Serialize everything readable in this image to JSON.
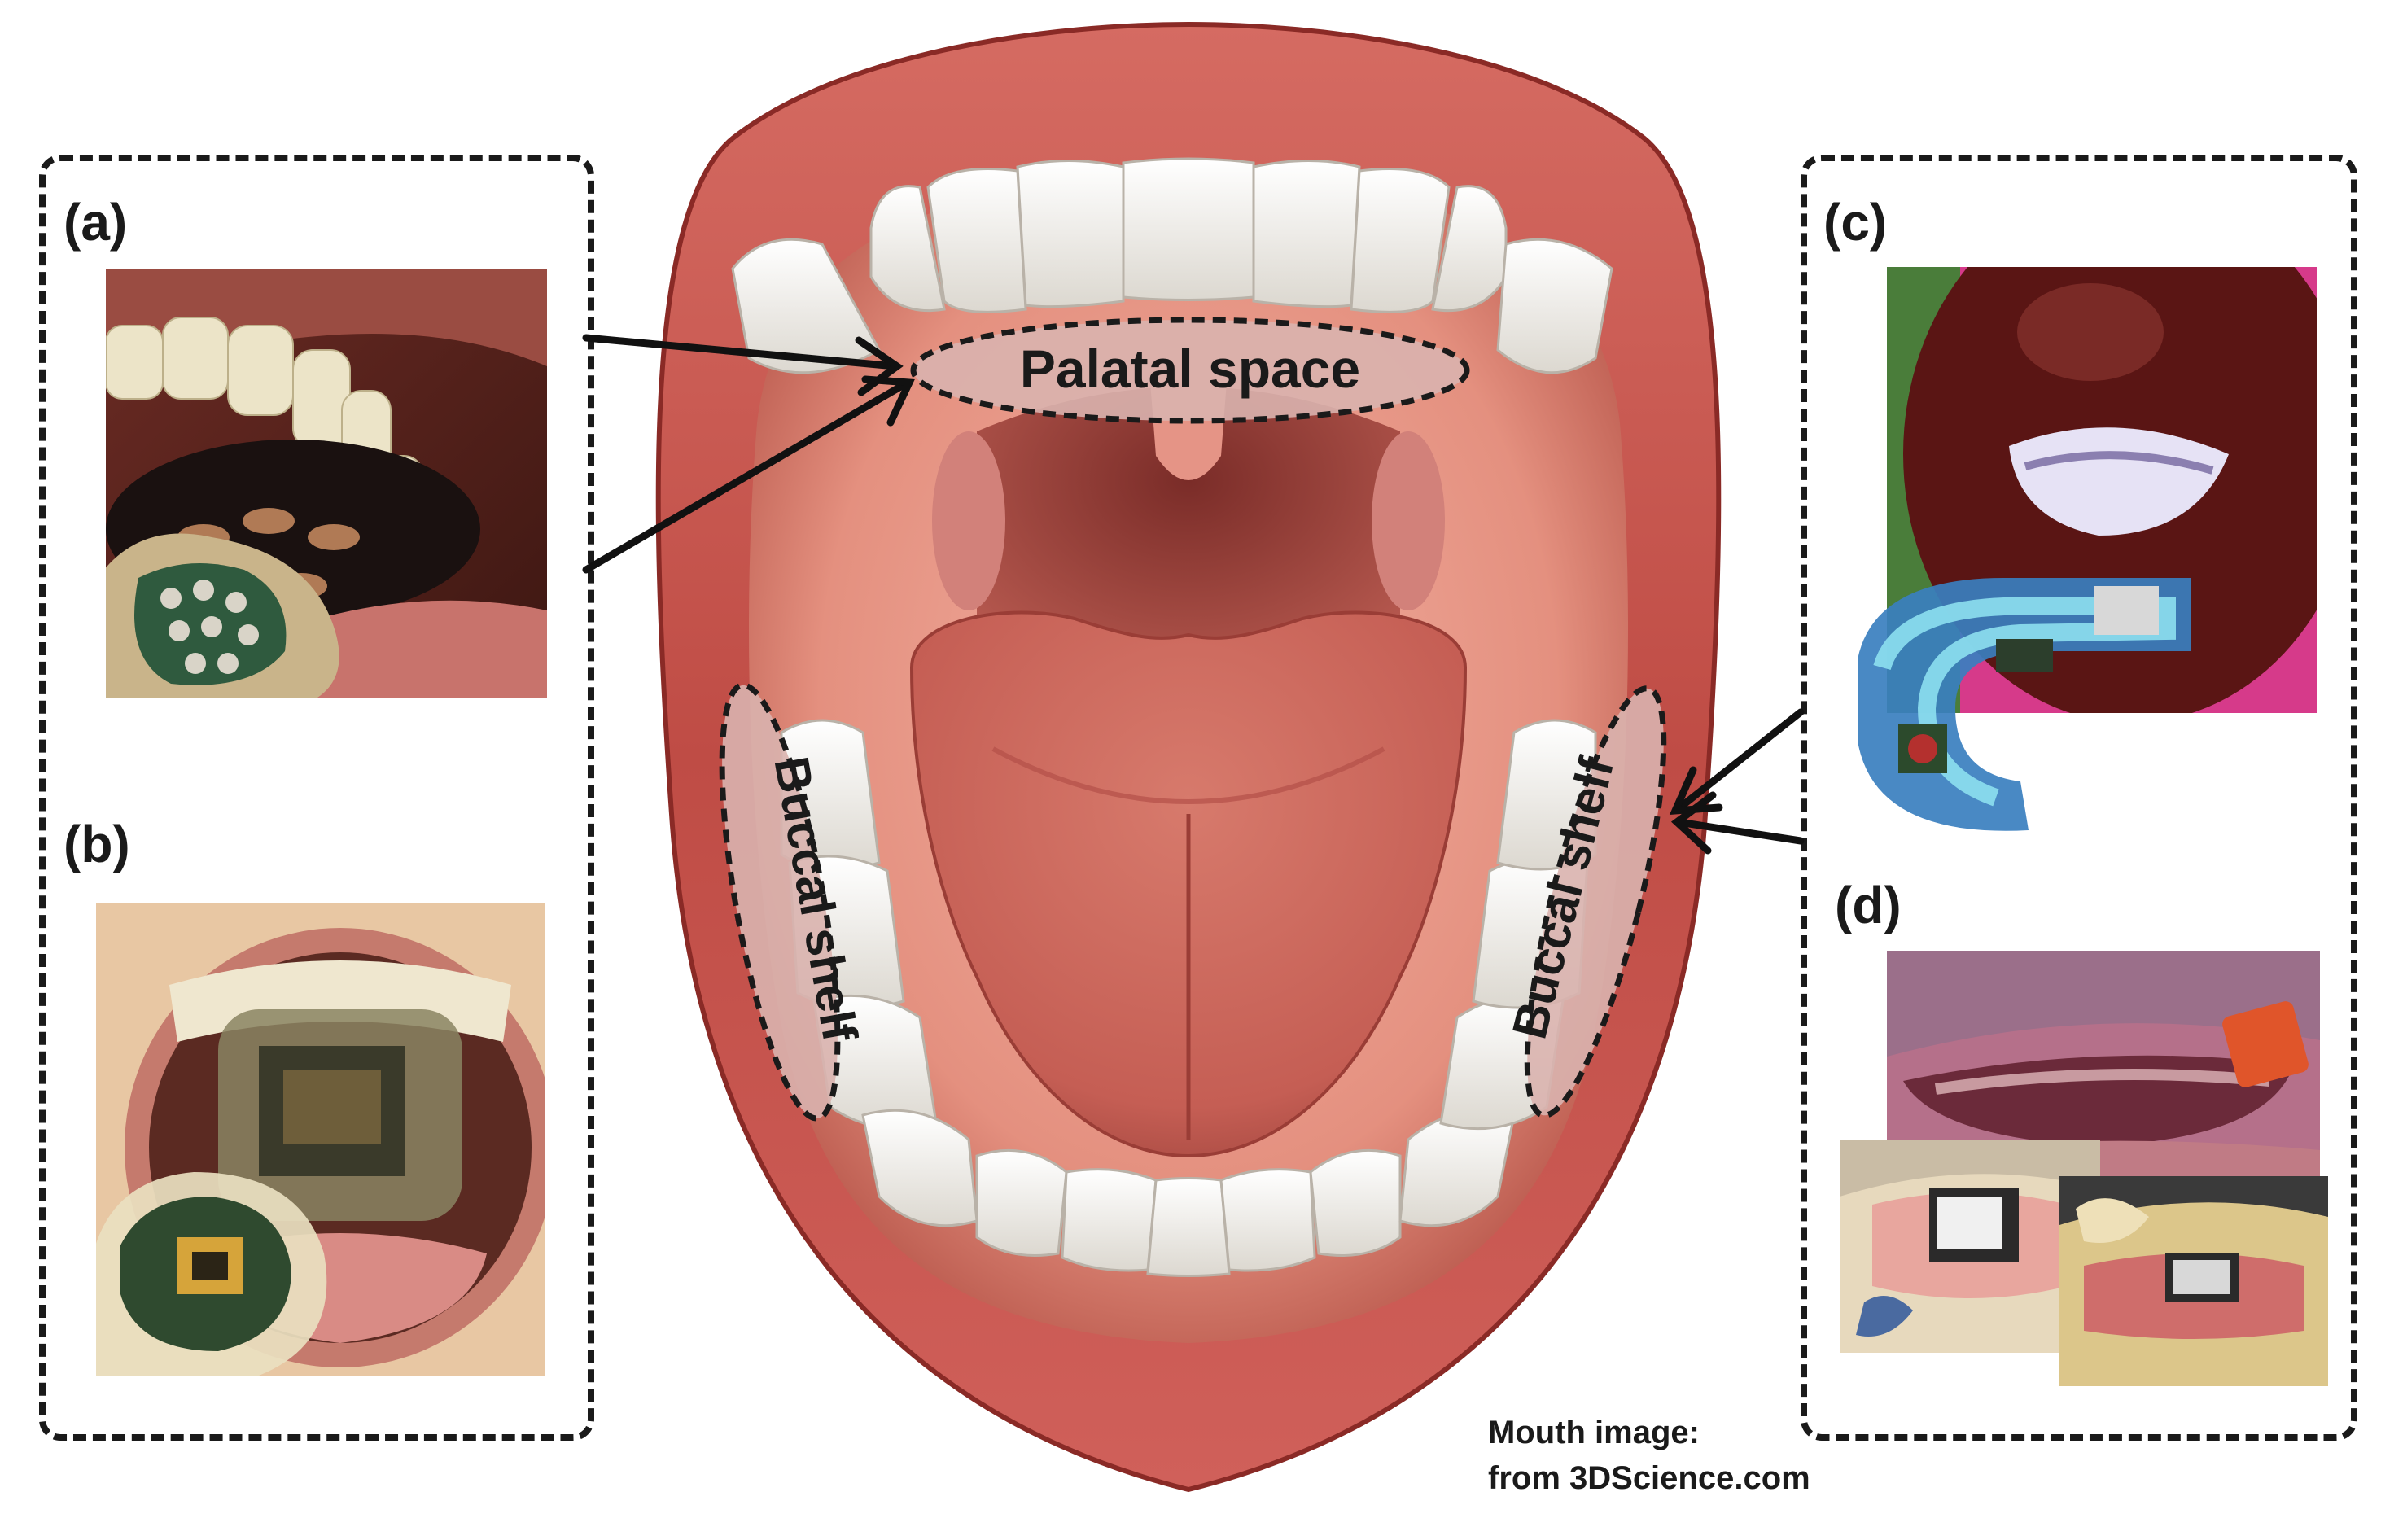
{
  "panels": [
    {
      "id": "a",
      "label": "(a)"
    },
    {
      "id": "b",
      "label": "(b)"
    },
    {
      "id": "c",
      "label": "(c)"
    },
    {
      "id": "d",
      "label": "(d)"
    }
  ],
  "regions": {
    "palatal": "Palatal space",
    "buccal_left": "Buccal shelf",
    "buccal_right": "Buccal shelf"
  },
  "credit": {
    "line1": "Mouth image:",
    "line2": "from 3DScience.com"
  },
  "colors": {
    "lip": "#c8554f",
    "lip_dark": "#9e2f2c",
    "inner_mouth": "#e79a8e",
    "throat": "#a94a44",
    "tongue": "#d47468",
    "teeth": "#f4f1ea",
    "region_fill": "#d9b3ae",
    "outline": "#1a1a1a"
  }
}
